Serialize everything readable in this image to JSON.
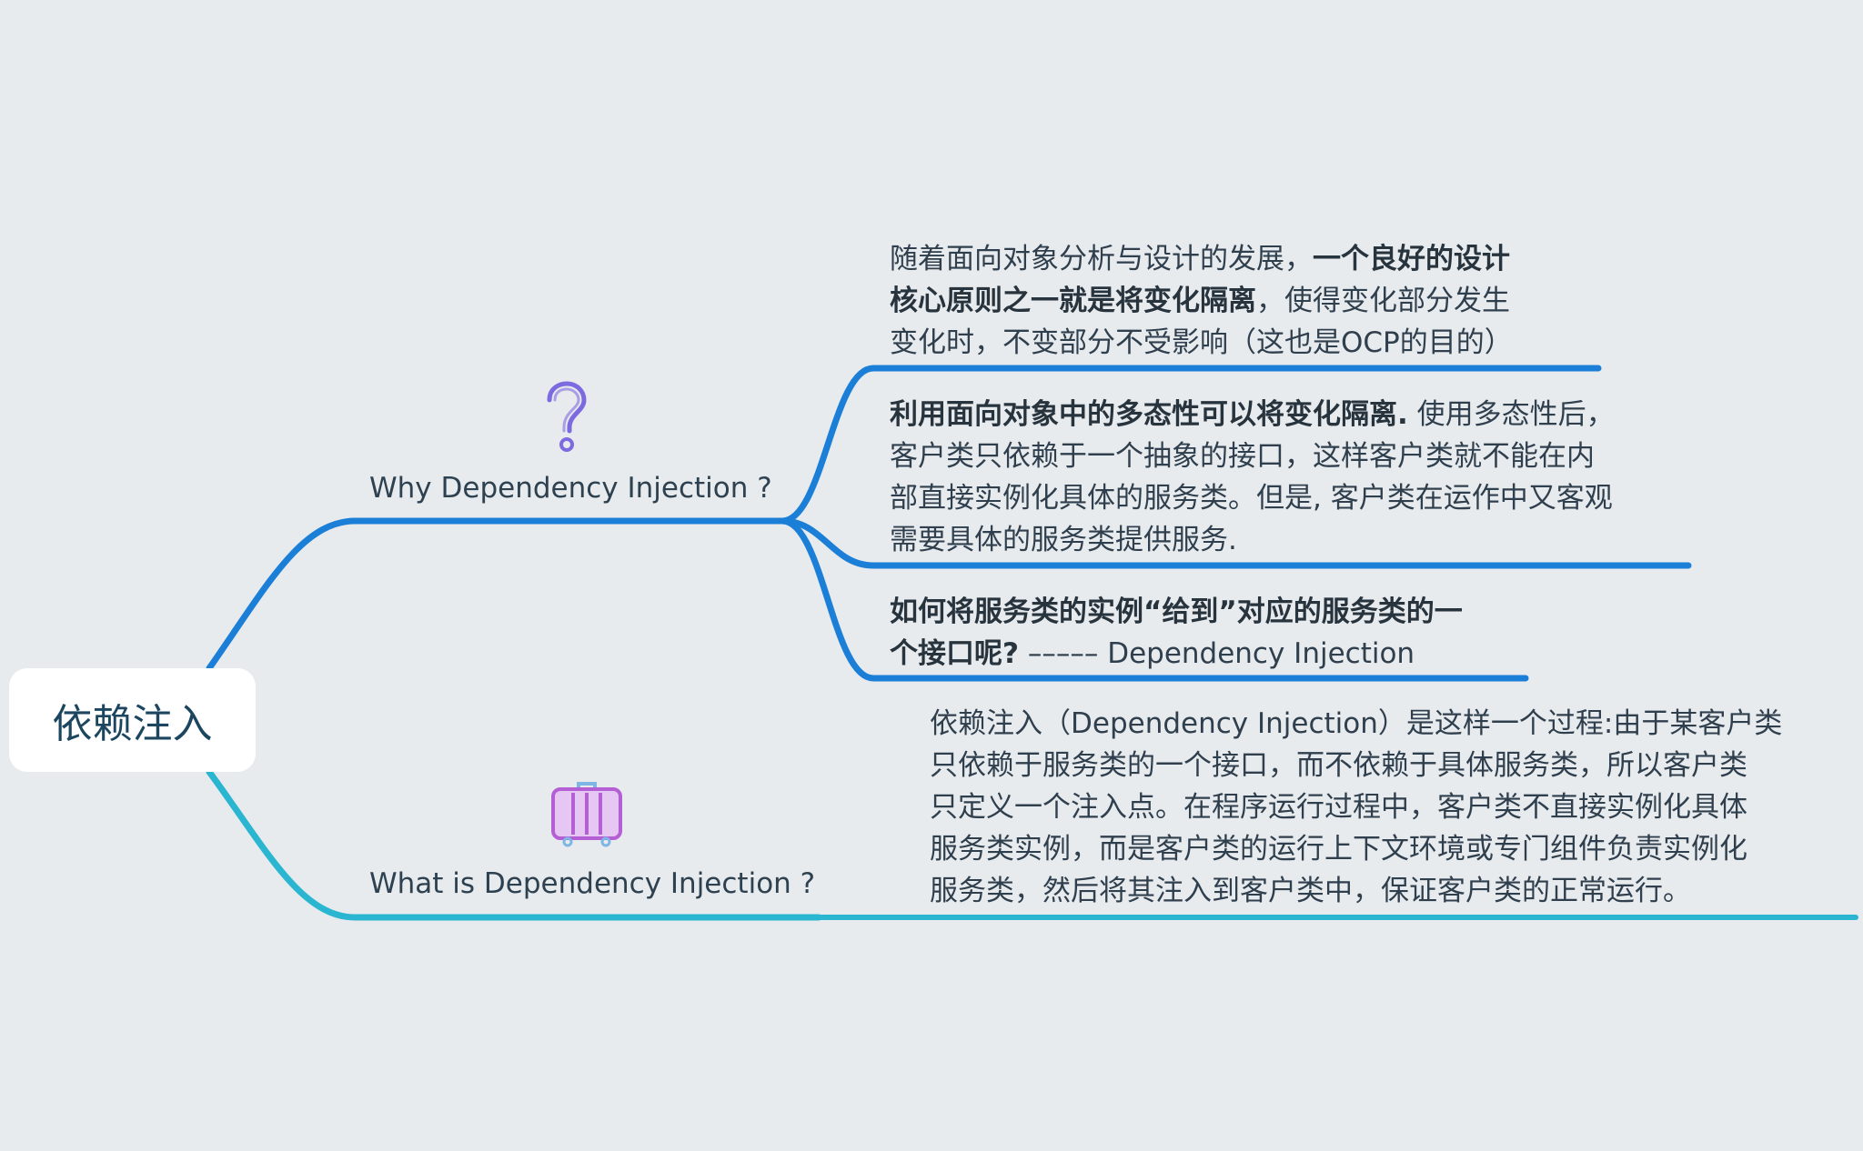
{
  "root": {
    "label": "依赖注入"
  },
  "branches": [
    {
      "id": "why",
      "label": "Why Dependency Injection ?",
      "icon": "question-icon",
      "color": "#1b7fd8",
      "children": [
        {
          "lines": [
            [
              {
                "t": "随着面向对象分析与设计的发展，"
              },
              {
                "t": "一个良好的设计",
                "b": true
              }
            ],
            [
              {
                "t": "核心原则之一就是将变化隔离",
                "b": true
              },
              {
                "t": "，使得变化部分发生"
              }
            ],
            [
              {
                "t": "变化时，不变部分不受影响（这也是OCP的目的）"
              }
            ]
          ]
        },
        {
          "lines": [
            [
              {
                "t": "利用面向对象中的多态性可以将变化隔离.",
                "b": true
              },
              {
                "t": " 使用多态性后，"
              }
            ],
            [
              {
                "t": "客户类只依赖于一个抽象的接口，这样客户类就不能在内"
              }
            ],
            [
              {
                "t": "部直接实例化具体的服务类。但是, 客户类在运作中又客观"
              }
            ],
            [
              {
                "t": "需要具体的服务类提供服务."
              }
            ]
          ]
        },
        {
          "lines": [
            [
              {
                "t": "如何将服务类的实例“给到”对应的服务类的一",
                "b": true
              }
            ],
            [
              {
                "t": "个接口呢?",
                "b": true
              },
              {
                "t": " ––––– Dependency Injection"
              }
            ]
          ]
        }
      ]
    },
    {
      "id": "what",
      "label": "What is Dependency Injection ?",
      "icon": "suitcase-icon",
      "color": "#2ab6d0",
      "children": [
        {
          "lines": [
            [
              {
                "t": "依赖注入（Dependency Injection）是这样一个过程:由于某客户类"
              }
            ],
            [
              {
                "t": "只依赖于服务类的一个接口，而不依赖于具体服务类，所以客户类"
              }
            ],
            [
              {
                "t": "只定义一个注入点。在程序运行过程中，客户类不直接实例化具体"
              }
            ],
            [
              {
                "t": "服务类实例，而是客户类的运行上下文环境或专门组件负责实例化"
              }
            ],
            [
              {
                "t": "服务类，然后将其注入到客户类中，保证客户类的正常运行。"
              }
            ]
          ]
        }
      ]
    }
  ]
}
